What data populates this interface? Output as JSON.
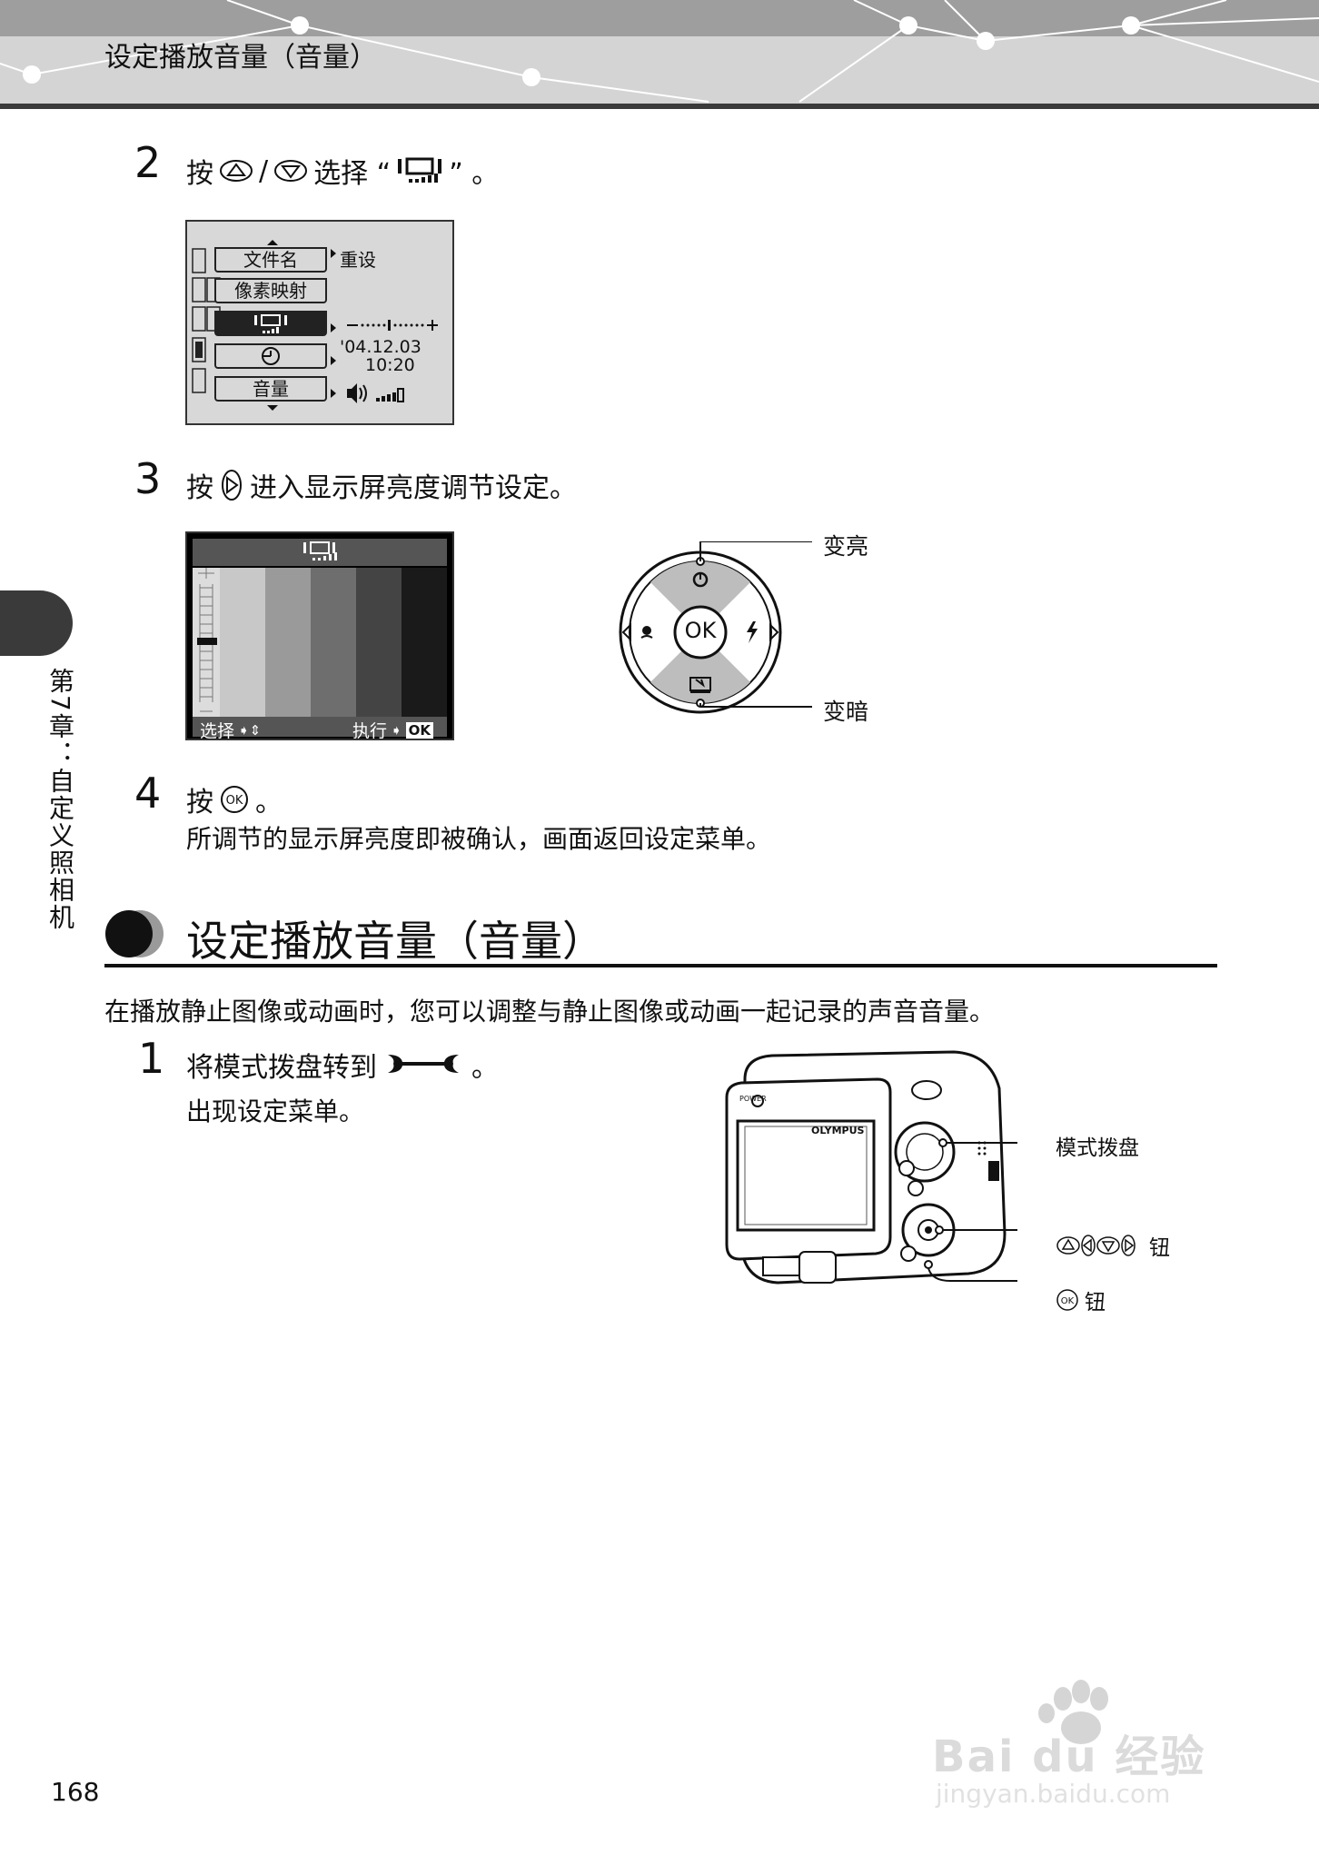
{
  "header": {
    "title": "设定播放音量（音量）"
  },
  "side": {
    "chapter": "第7章：自定义照相机"
  },
  "step2": {
    "num": "2",
    "text_a": "按",
    "text_b": "/",
    "text_c": "选择 “",
    "text_d": "” 。"
  },
  "menu_screen": {
    "items": [
      {
        "label": "文件名",
        "value": "重设"
      },
      {
        "label": "像素映射",
        "value": ""
      },
      {
        "label": "",
        "value": ""
      },
      {
        "label": "",
        "value_line1": "'04.12.03",
        "value_line2": "10:20"
      },
      {
        "label": "音量",
        "value": ""
      }
    ]
  },
  "step3": {
    "num": "3",
    "text_a": "按",
    "text_b": "进入显示屏亮度调节设定。"
  },
  "bright_screen": {
    "select_label": "选择",
    "execute_label": "执行",
    "ok_label": "OK"
  },
  "dial": {
    "ok_label": "OK",
    "brighter_label": "变亮",
    "darker_label": "变暗"
  },
  "step4": {
    "num": "4",
    "text_a": "按",
    "text_b": "。",
    "desc": "所调节的显示屏亮度即被确认，画面返回设定菜单。"
  },
  "section": {
    "title": "设定播放音量（音量）",
    "intro": "在播放静止图像或动画时，您可以调整与静止图像或动画一起记录的声音音量。"
  },
  "step1": {
    "num": "1",
    "text_a": "将模式拨盘转到",
    "text_b": "。",
    "desc": "出现设定菜单。"
  },
  "camera": {
    "brand": "OLYMPUS",
    "power": "POWER",
    "mode_dial_label": "模式拨盘",
    "arrow_buttons_label": "钮",
    "ok_button_label": "钮",
    "ok_glyph": "OK"
  },
  "page_number": "168",
  "watermark": {
    "line1": "Bai du 经验",
    "line2": "jingyan.baidu.com"
  }
}
